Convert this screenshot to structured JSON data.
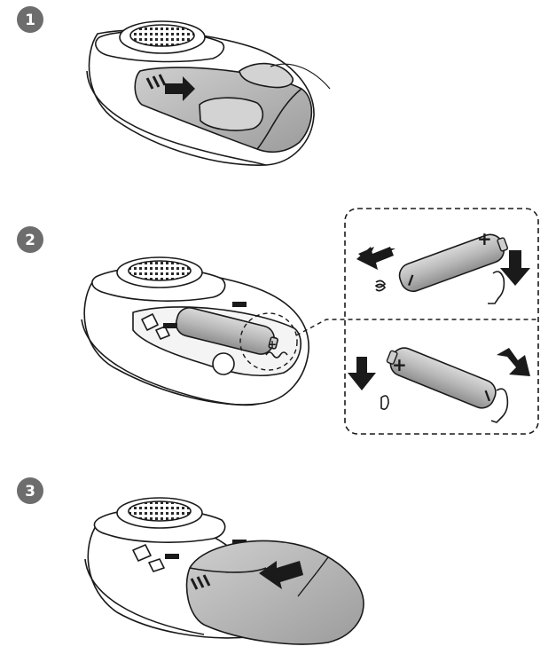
{
  "steps": [
    {
      "number": "1",
      "action": "slide-cover-off"
    },
    {
      "number": "2",
      "action": "replace-battery"
    },
    {
      "number": "3",
      "action": "slide-cover-on"
    }
  ],
  "battery": {
    "plus": "+",
    "minus": "−"
  },
  "colors": {
    "outline": "#1a1a1a",
    "shade": "#bdbdbd",
    "shade_dark": "#8f8f8f",
    "badge": "#6d6d6d",
    "arrow": "#1a1a1a"
  },
  "icons": [
    "step-badge",
    "remote-control",
    "battery-cover",
    "aa-battery",
    "direction-arrow",
    "spring-contact",
    "finger",
    "clip"
  ]
}
